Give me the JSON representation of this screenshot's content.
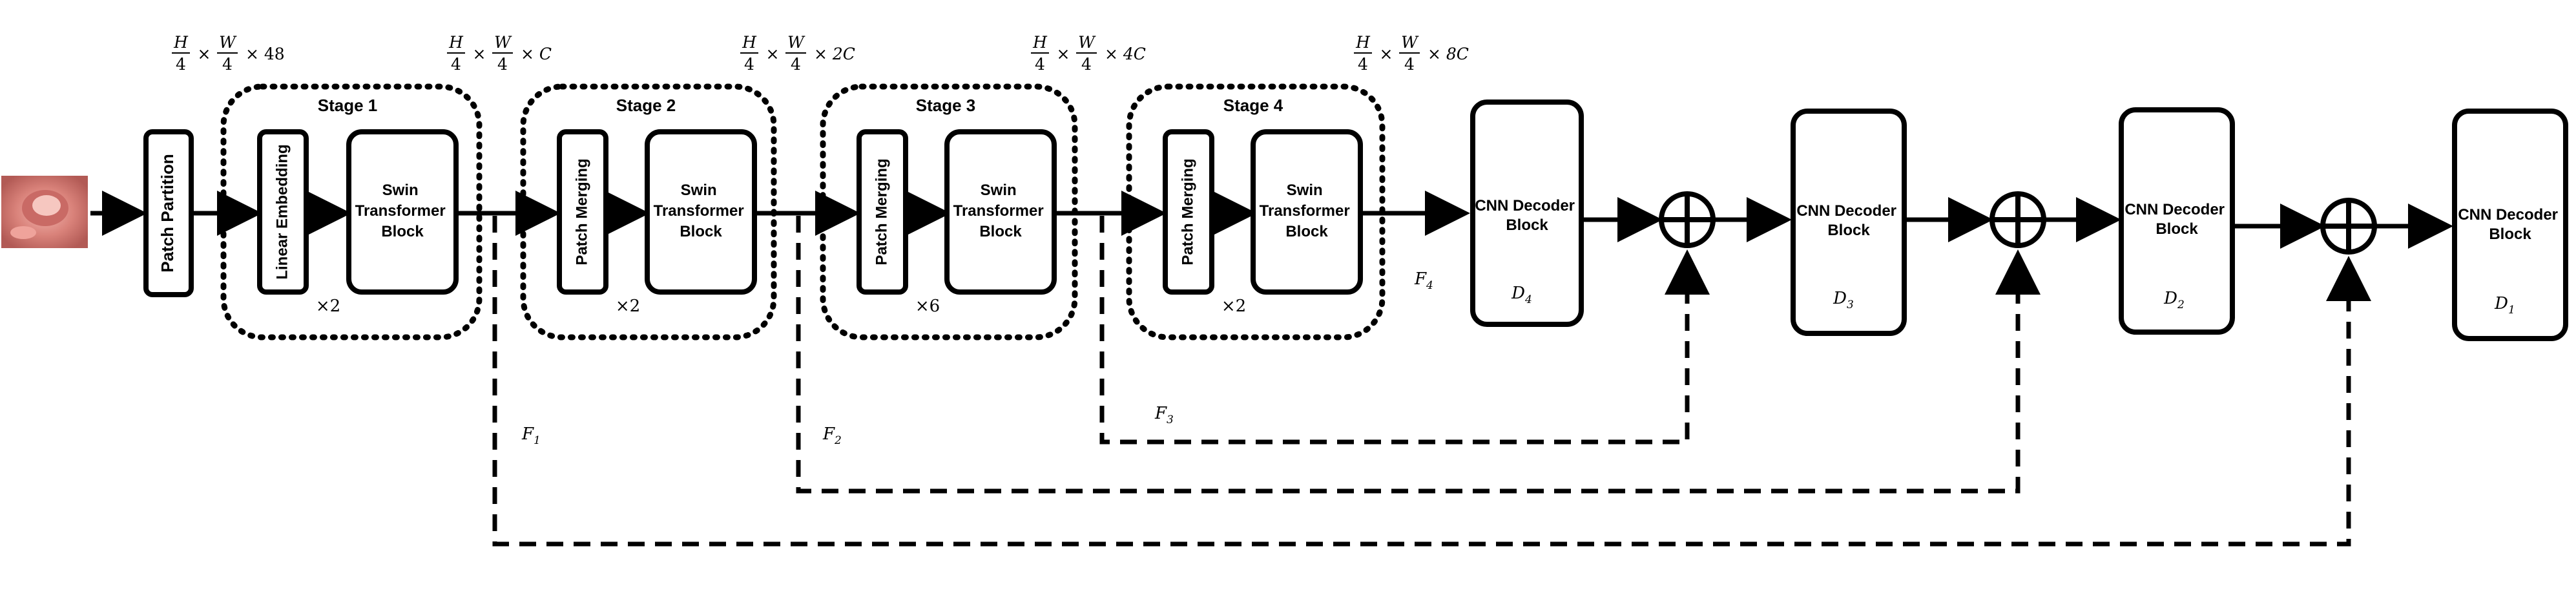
{
  "input_image": {
    "alt": "endoscopy frame"
  },
  "patch_partition": {
    "label": "Patch Partition"
  },
  "stages": [
    {
      "title": "Stage 1",
      "first_block": "Linear Embedding",
      "block_line1": "Swin",
      "block_line2": "Transformer",
      "block_line3": "Block",
      "repeat": "×2"
    },
    {
      "title": "Stage 2",
      "first_block": "Patch Merging",
      "block_line1": "Swin",
      "block_line2": "Transformer",
      "block_line3": "Block",
      "repeat": "×2"
    },
    {
      "title": "Stage 3",
      "first_block": "Patch Merging",
      "block_line1": "Swin",
      "block_line2": "Transformer",
      "block_line3": "Block",
      "repeat": "×6"
    },
    {
      "title": "Stage 4",
      "first_block": "Patch Merging",
      "block_line1": "Swin",
      "block_line2": "Transformer",
      "block_line3": "Block",
      "repeat": "×2"
    }
  ],
  "dims": [
    {
      "h": "H",
      "den": "4",
      "w": "W",
      "tail": "× 48"
    },
    {
      "h": "H",
      "den": "4",
      "w": "W",
      "tail": "× C"
    },
    {
      "h": "H",
      "den": "4",
      "w": "W",
      "tail": "× 2C"
    },
    {
      "h": "H",
      "den": "4",
      "w": "W",
      "tail": "× 4C"
    },
    {
      "h": "H",
      "den": "4",
      "w": "W",
      "tail": "× 8C"
    }
  ],
  "decoders": [
    {
      "line1": "CNN Decoder",
      "line2": "Block",
      "sym": "D",
      "sub": "4"
    },
    {
      "line1": "CNN Decoder",
      "line2": "Block",
      "sym": "D",
      "sub": "3"
    },
    {
      "line1": "CNN Decoder",
      "line2": "Block",
      "sym": "D",
      "sub": "2"
    },
    {
      "line1": "CNN Decoder",
      "line2": "Block",
      "sym": "D",
      "sub": "1"
    }
  ],
  "features": [
    {
      "sym": "F",
      "sub": "1"
    },
    {
      "sym": "F",
      "sub": "2"
    },
    {
      "sym": "F",
      "sub": "3"
    },
    {
      "sym": "F",
      "sub": "4"
    }
  ],
  "operators": {
    "times": "×",
    "plus_symbol": "⊕"
  }
}
